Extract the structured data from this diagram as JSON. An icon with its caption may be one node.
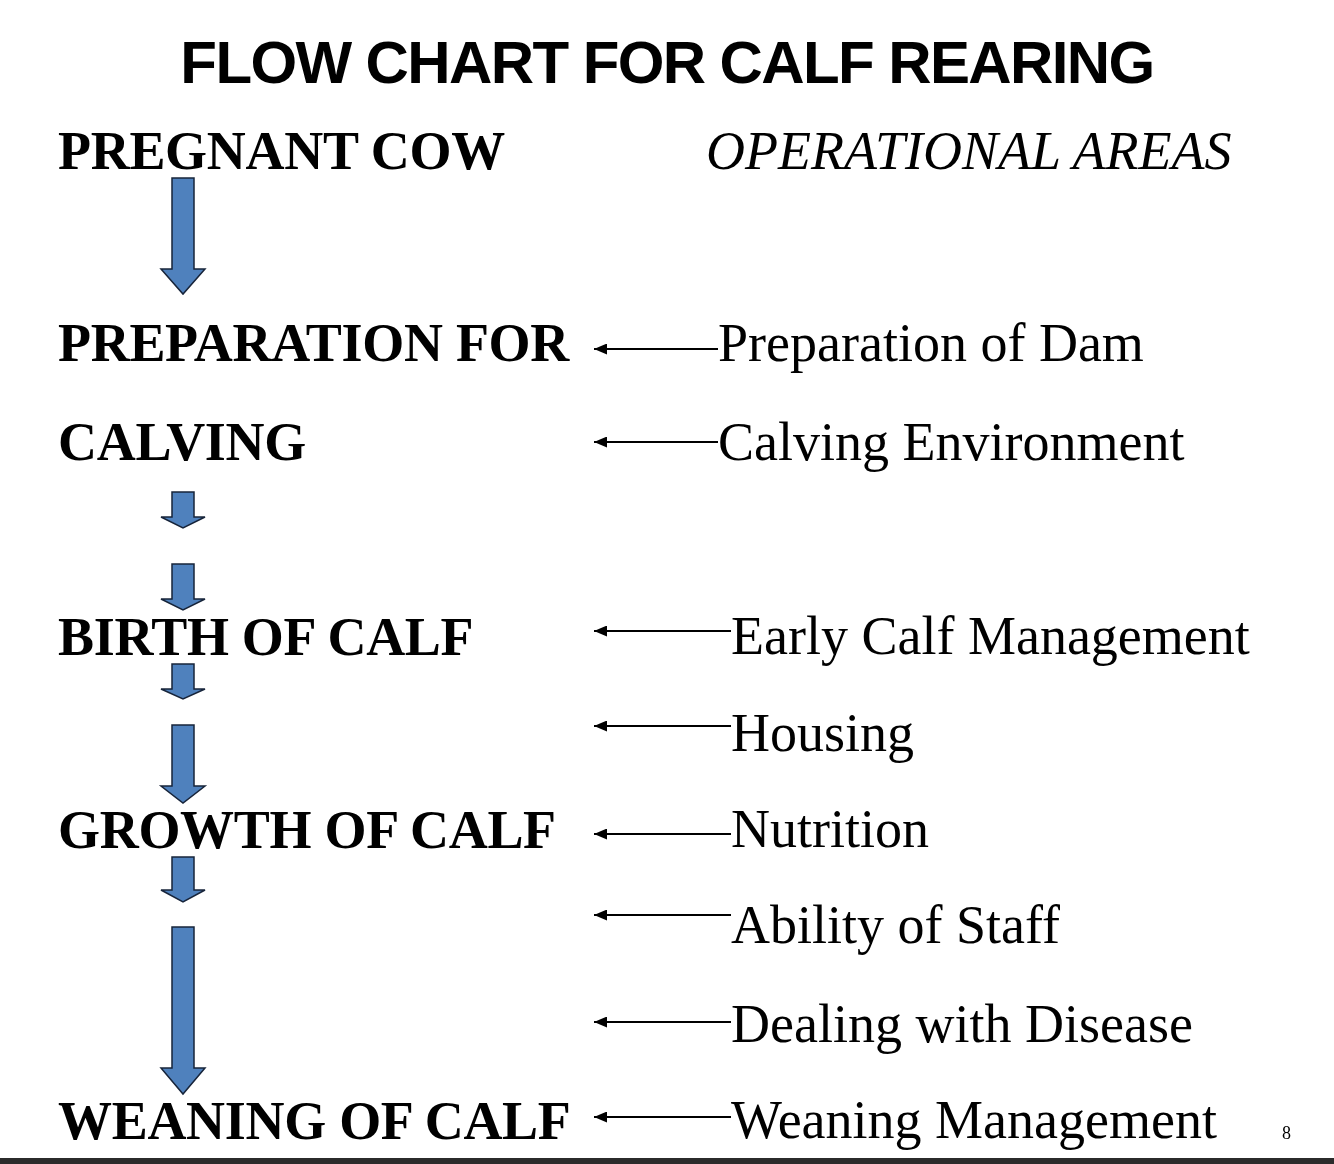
{
  "diagram": {
    "title": "FLOW CHART FOR CALF REARING",
    "nodes": [
      {
        "text": [
          "PREGNANT COW"
        ]
      },
      {
        "text": [
          "PREPARATION FOR CALVING"
        ]
      },
      {
        "text": [
          "BIRTH OF CALF"
        ]
      },
      {
        "text": [
          "GROWTH OF CALF"
        ]
      },
      {
        "text": [
          "WEANING OF CALF"
        ]
      },
      {
        "text": [
          "Preparation of Dam"
        ]
      },
      {
        "text": [
          "Calving Environment"
        ]
      },
      {
        "text": [
          "Early Calf Management"
        ]
      },
      {
        "text": [
          "Housing"
        ]
      },
      {
        "text": [
          "Nutrition"
        ]
      },
      {
        "text": [
          "Ability of Staff"
        ]
      },
      {
        "text": [
          "Dealing with Disease"
        ]
      },
      {
        "text": [
          "Weaning Management"
        ]
      }
    ],
    "edges": [
      {
        "from": 0,
        "to": 1,
        "arrow": "to",
        "style": "thick",
        "color": "#4f81bd"
      },
      {
        "from": 1,
        "to": null,
        "arrow": "to",
        "style": "thick",
        "color": "#4f81bd"
      },
      {
        "from": null,
        "to": 2,
        "arrow": "to",
        "style": "thick",
        "color": "#4f81bd"
      },
      {
        "from": 2,
        "to": null,
        "arrow": "to",
        "style": "thick",
        "color": "#4f81bd"
      },
      {
        "from": null,
        "to": 3,
        "arrow": "to",
        "style": "thick",
        "color": "#4f81bd"
      },
      {
        "from": 3,
        "to": null,
        "arrow": "to",
        "style": "thick",
        "color": "#4f81bd"
      },
      {
        "from": null,
        "to": 4,
        "arrow": "to",
        "style": "thick",
        "color": "#4f81bd"
      },
      {
        "from": 5,
        "to": 1,
        "arrow": "to"
      },
      {
        "from": 6,
        "to": 1,
        "arrow": "to"
      },
      {
        "from": 7,
        "to": null,
        "arrow": "to"
      },
      {
        "from": 8,
        "to": null,
        "arrow": "to"
      },
      {
        "from": 9,
        "to": 3,
        "arrow": "to"
      },
      {
        "from": 10,
        "to": null,
        "arrow": "to"
      },
      {
        "from": 11,
        "to": null,
        "arrow": "to"
      },
      {
        "from": 12,
        "to": 4,
        "arrow": "to"
      }
    ],
    "labels": [
      "OPERATIONAL AREAS",
      "8"
    ]
  }
}
